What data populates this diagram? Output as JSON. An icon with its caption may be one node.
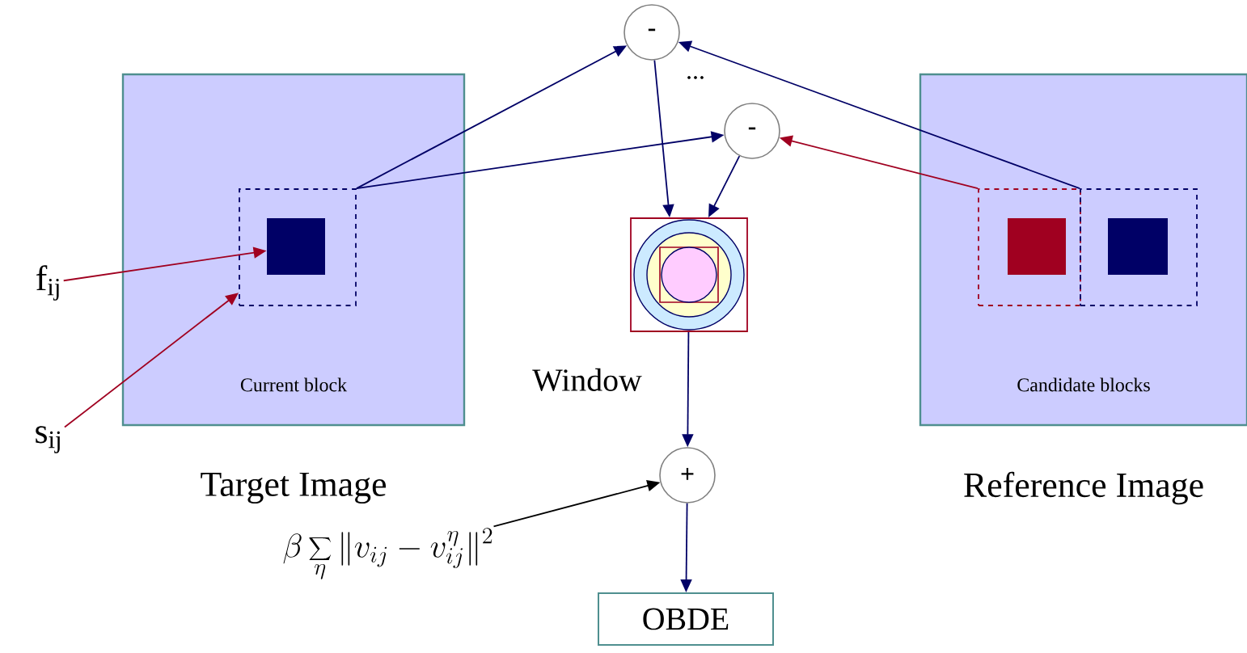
{
  "diagram": {
    "nodes": [
      {
        "text": [
          "Current block",
          "Target Image"
        ]
      },
      {
        "text": [],
        "shape": "box",
        "in": 0
      },
      {
        "text": [],
        "shape": "box",
        "in": 1
      },
      {
        "text": [
          "f$_{ij}$"
        ]
      },
      {
        "text": [
          "s$_{ij}$"
        ]
      },
      {
        "text": [
          "-"
        ]
      },
      {
        "text": [
          "-"
        ]
      },
      {
        "text": [],
        "shape": "picture",
        "beside": [
          "Window"
        ]
      },
      {
        "text": [
          "+"
        ]
      },
      {
        "text": [
          "OBDE"
        ]
      },
      {
        "text": [
          "Candidate blocks",
          "Reference Image"
        ]
      },
      {
        "text": [],
        "shape": "box",
        "in": 10
      },
      {
        "text": [],
        "shape": "box",
        "in": 11
      },
      {
        "text": [],
        "shape": "box",
        "in": 10
      },
      {
        "text": [],
        "shape": "box",
        "in": 13
      },
      {
        "text": [
          "\\beta\\sum_{\\eta}\\| v_{ij}-v_{ij}^{\\eta}\\|^{2}"
        ]
      }
    ],
    "edges": [
      {
        "from": 1,
        "to": 5,
        "arrow": "to"
      },
      {
        "from": 1,
        "to": 6,
        "arrow": "to"
      },
      {
        "from": 13,
        "to": 5,
        "arrow": "to"
      },
      {
        "from": 11,
        "to": 6,
        "arrow": "to",
        "color": "#a00020"
      },
      {
        "from": 5,
        "to": 7,
        "arrow": "to"
      },
      {
        "from": 6,
        "to": 7,
        "arrow": "to"
      },
      {
        "from": 7,
        "to": 8,
        "arrow": "to"
      },
      {
        "from": 8,
        "to": 9,
        "arrow": "to"
      },
      {
        "from": 15,
        "to": 8,
        "arrow": "to",
        "color": "#000000"
      },
      {
        "from": 3,
        "to": 2,
        "arrow": "to",
        "color": "#a00020"
      },
      {
        "from": 4,
        "to": 1,
        "arrow": "to",
        "color": "#a00020"
      }
    ],
    "labels": [
      "..."
    ]
  }
}
